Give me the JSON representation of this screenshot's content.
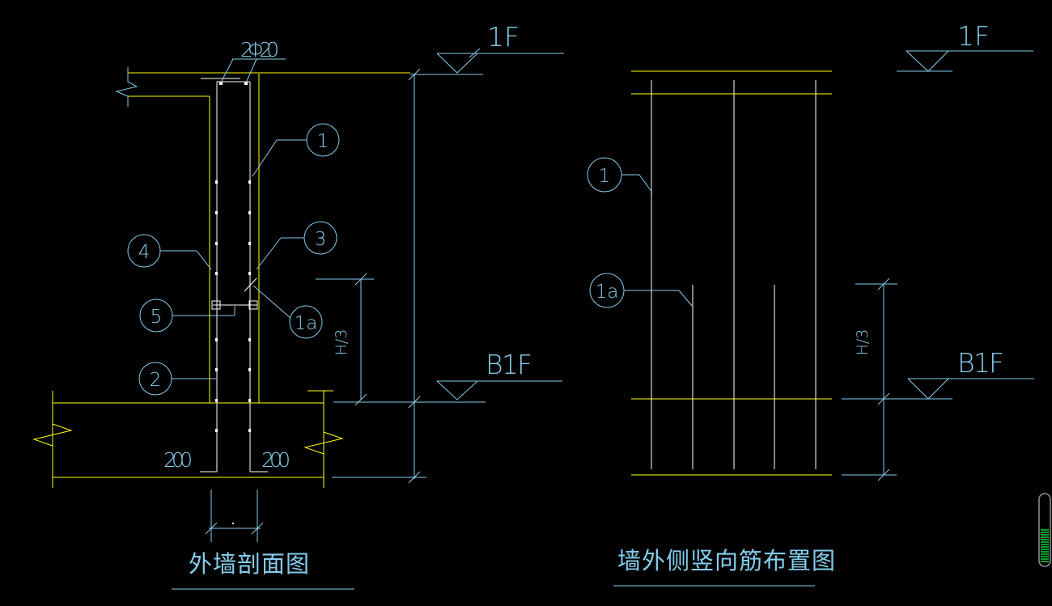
{
  "colors": {
    "bg": "#000000",
    "yellow": "#ffff00",
    "cyan": "#84cdec",
    "white": "#ffffff",
    "green": "#00cc33",
    "widget-border": "#8a8a8a"
  },
  "left_detail": {
    "title": "外墙剖面图",
    "top_rebar_label": "2Φ20",
    "level_top": "1F",
    "level_bottom": "B1F",
    "h3_dim": "H/3",
    "dim_200_left": "200",
    "dim_200_right": "200",
    "callouts": [
      "1",
      "3",
      "4",
      "5",
      "2",
      "1a"
    ]
  },
  "right_detail": {
    "title": "墙外侧竖向筋布置图",
    "level_top": "1F",
    "level_bottom": "B1F",
    "h3_dim": "H/3",
    "callouts": [
      "1",
      "1a"
    ]
  }
}
